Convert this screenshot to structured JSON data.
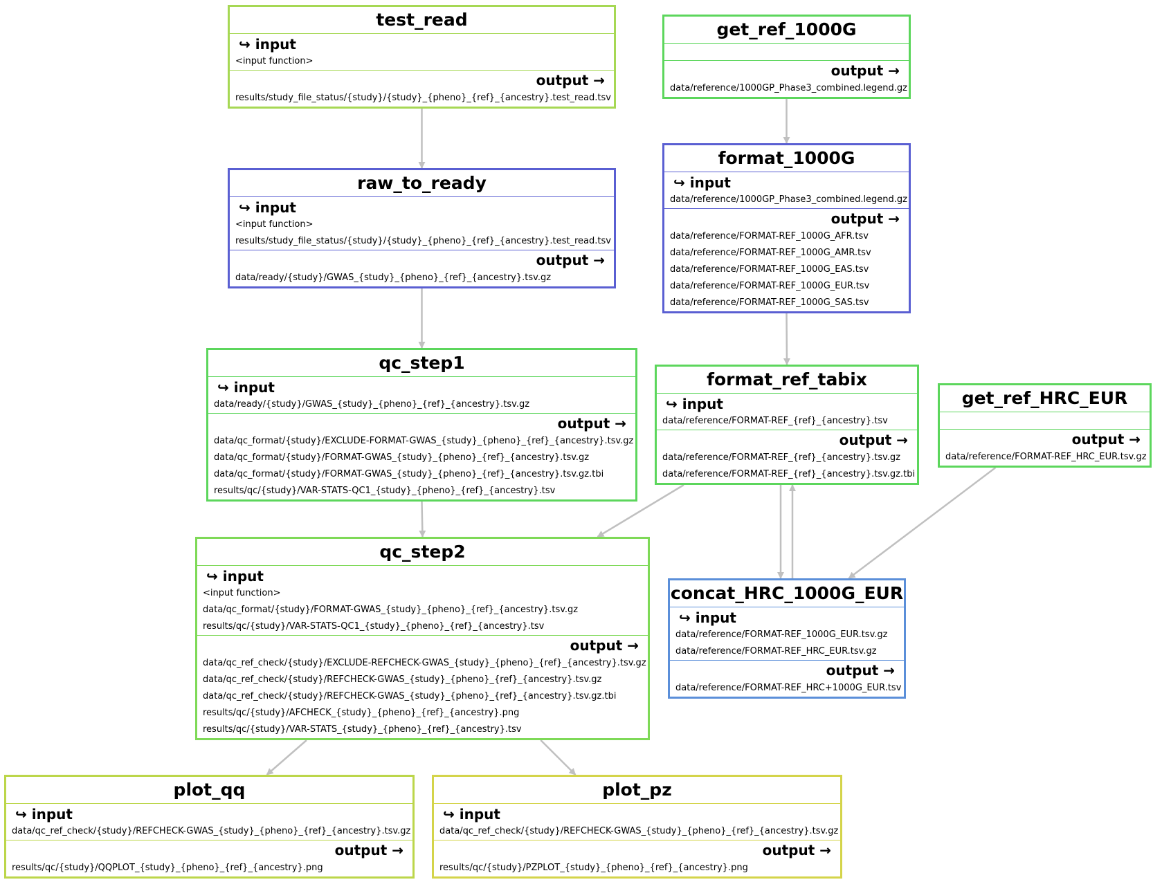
{
  "diagram": {
    "labels": {
      "input": "↪ input",
      "output": "output →"
    },
    "nodes": {
      "test_read": {
        "title": "test_read",
        "color": "#a6d854",
        "inputs": [
          "<input function>"
        ],
        "outputs": [
          "results/study_file_status/{study}/{study}_{pheno}_{ref}_{ancestry}.test_read.tsv"
        ]
      },
      "get_ref_1000G": {
        "title": "get_ref_1000G",
        "color": "#5cd65c",
        "inputs": [],
        "outputs": [
          "data/reference/1000GP_Phase3_combined.legend.gz"
        ]
      },
      "raw_to_ready": {
        "title": "raw_to_ready",
        "color": "#5a5fd2",
        "inputs": [
          "<input function>",
          "results/study_file_status/{study}/{study}_{pheno}_{ref}_{ancestry}.test_read.tsv"
        ],
        "outputs": [
          "data/ready/{study}/GWAS_{study}_{pheno}_{ref}_{ancestry}.tsv.gz"
        ]
      },
      "format_1000G": {
        "title": "format_1000G",
        "color": "#5a5fd2",
        "inputs": [
          "data/reference/1000GP_Phase3_combined.legend.gz"
        ],
        "outputs": [
          "data/reference/FORMAT-REF_1000G_AFR.tsv",
          "data/reference/FORMAT-REF_1000G_AMR.tsv",
          "data/reference/FORMAT-REF_1000G_EAS.tsv",
          "data/reference/FORMAT-REF_1000G_EUR.tsv",
          "data/reference/FORMAT-REF_1000G_SAS.tsv"
        ]
      },
      "qc_step1": {
        "title": "qc_step1",
        "color": "#5cd65c",
        "inputs": [
          "data/ready/{study}/GWAS_{study}_{pheno}_{ref}_{ancestry}.tsv.gz"
        ],
        "outputs": [
          "data/qc_format/{study}/EXCLUDE-FORMAT-GWAS_{study}_{pheno}_{ref}_{ancestry}.tsv.gz",
          "data/qc_format/{study}/FORMAT-GWAS_{study}_{pheno}_{ref}_{ancestry}.tsv.gz",
          "data/qc_format/{study}/FORMAT-GWAS_{study}_{pheno}_{ref}_{ancestry}.tsv.gz.tbi",
          "results/qc/{study}/VAR-STATS-QC1_{study}_{pheno}_{ref}_{ancestry}.tsv"
        ]
      },
      "format_ref_tabix": {
        "title": "format_ref_tabix",
        "color": "#5cd65c",
        "inputs": [
          "data/reference/FORMAT-REF_{ref}_{ancestry}.tsv"
        ],
        "outputs": [
          "data/reference/FORMAT-REF_{ref}_{ancestry}.tsv.gz",
          "data/reference/FORMAT-REF_{ref}_{ancestry}.tsv.gz.tbi"
        ]
      },
      "get_ref_HRC_EUR": {
        "title": "get_ref_HRC_EUR",
        "color": "#5cd65c",
        "inputs": [],
        "outputs": [
          "data/reference/FORMAT-REF_HRC_EUR.tsv.gz"
        ]
      },
      "qc_step2": {
        "title": "qc_step2",
        "color": "#7ed957",
        "inputs": [
          "<input function>",
          "data/qc_format/{study}/FORMAT-GWAS_{study}_{pheno}_{ref}_{ancestry}.tsv.gz",
          "results/qc/{study}/VAR-STATS-QC1_{study}_{pheno}_{ref}_{ancestry}.tsv"
        ],
        "outputs": [
          "data/qc_ref_check/{study}/EXCLUDE-REFCHECK-GWAS_{study}_{pheno}_{ref}_{ancestry}.tsv.gz",
          "data/qc_ref_check/{study}/REFCHECK-GWAS_{study}_{pheno}_{ref}_{ancestry}.tsv.gz",
          "data/qc_ref_check/{study}/REFCHECK-GWAS_{study}_{pheno}_{ref}_{ancestry}.tsv.gz.tbi",
          "results/qc/{study}/AFCHECK_{study}_{pheno}_{ref}_{ancestry}.png",
          "results/qc/{study}/VAR-STATS_{study}_{pheno}_{ref}_{ancestry}.tsv"
        ]
      },
      "concat_HRC_1000G_EUR": {
        "title": "concat_HRC_1000G_EUR",
        "color": "#5b8fd9",
        "inputs": [
          "data/reference/FORMAT-REF_1000G_EUR.tsv.gz",
          "data/reference/FORMAT-REF_HRC_EUR.tsv.gz"
        ],
        "outputs": [
          "data/reference/FORMAT-REF_HRC+1000G_EUR.tsv"
        ]
      },
      "plot_qq": {
        "title": "plot_qq",
        "color": "#bcd64a",
        "inputs": [
          "data/qc_ref_check/{study}/REFCHECK-GWAS_{study}_{pheno}_{ref}_{ancestry}.tsv.gz"
        ],
        "outputs": [
          "results/qc/{study}/QQPLOT_{study}_{pheno}_{ref}_{ancestry}.png"
        ]
      },
      "plot_pz": {
        "title": "plot_pz",
        "color": "#d4d44a",
        "inputs": [
          "data/qc_ref_check/{study}/REFCHECK-GWAS_{study}_{pheno}_{ref}_{ancestry}.tsv.gz"
        ],
        "outputs": [
          "results/qc/{study}/PZPLOT_{study}_{pheno}_{ref}_{ancestry}.png"
        ]
      }
    },
    "edges": [
      {
        "from": "test_read",
        "to": "raw_to_ready"
      },
      {
        "from": "get_ref_1000G",
        "to": "format_1000G"
      },
      {
        "from": "raw_to_ready",
        "to": "qc_step1"
      },
      {
        "from": "format_1000G",
        "to": "format_ref_tabix"
      },
      {
        "from": "qc_step1",
        "to": "qc_step2"
      },
      {
        "from": "format_ref_tabix",
        "to": "qc_step2"
      },
      {
        "from": "format_ref_tabix",
        "to": "concat_HRC_1000G_EUR"
      },
      {
        "from": "concat_HRC_1000G_EUR",
        "to": "format_ref_tabix"
      },
      {
        "from": "get_ref_HRC_EUR",
        "to": "concat_HRC_1000G_EUR"
      },
      {
        "from": "qc_step2",
        "to": "plot_qq"
      },
      {
        "from": "qc_step2",
        "to": "plot_pz"
      }
    ],
    "edge_color": "#c0c0c0"
  }
}
